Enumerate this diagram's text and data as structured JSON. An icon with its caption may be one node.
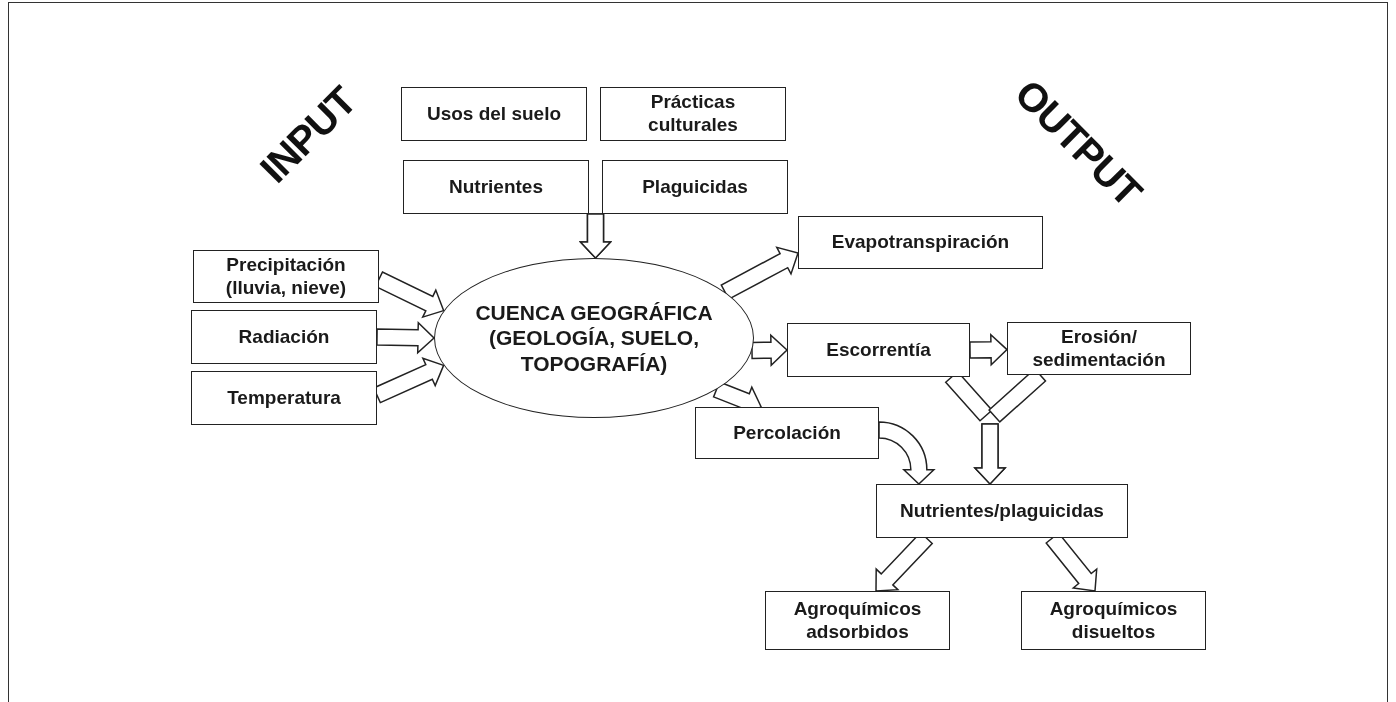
{
  "diagram": {
    "nodes": [
      {
        "text": [
          "Usos del suelo"
        ]
      },
      {
        "text": [
          "Prácticas culturales"
        ]
      },
      {
        "text": [
          "Nutrientes"
        ]
      },
      {
        "text": [
          "Plaguicidas"
        ]
      },
      {
        "text": [
          "CUENCA GEOGRÁFICA (GEOLOGÍA, SUELO, TOPOGRAFÍA)"
        ]
      },
      {
        "text": [
          "Precipitación (lluvia, nieve)"
        ]
      },
      {
        "text": [
          "Radiación"
        ]
      },
      {
        "text": [
          "Temperatura"
        ]
      },
      {
        "text": [
          "Evapotranspiración"
        ]
      },
      {
        "text": [
          "Escorrentía"
        ]
      },
      {
        "text": [
          "Erosión/ sedimentación"
        ]
      },
      {
        "text": [
          "Percolación"
        ]
      },
      {
        "text": [
          "Nutrientes/plaguicidas"
        ]
      },
      {
        "text": [
          "Agroquímicos adsorbidos"
        ]
      },
      {
        "text": [
          "Agroquímicos disueltos"
        ]
      }
    ],
    "edges": [
      {
        "from": 2,
        "to": 4,
        "arrow": "to"
      },
      {
        "from": 3,
        "to": 4,
        "arrow": "to"
      },
      {
        "from": 5,
        "to": 4,
        "arrow": "to"
      },
      {
        "from": 6,
        "to": 4,
        "arrow": "to"
      },
      {
        "from": 7,
        "to": 4,
        "arrow": "to"
      },
      {
        "from": 4,
        "to": 8,
        "arrow": "to"
      },
      {
        "from": 4,
        "to": 9,
        "arrow": "to"
      },
      {
        "from": 4,
        "to": 11,
        "arrow": "to"
      },
      {
        "from": 9,
        "to": 10,
        "arrow": "to"
      },
      {
        "from": 9,
        "to": 12,
        "arrow": "to"
      },
      {
        "from": 10,
        "to": 12,
        "arrow": "to"
      },
      {
        "from": 11,
        "to": 12,
        "arrow": "to"
      },
      {
        "from": 12,
        "to": 13,
        "arrow": "to"
      },
      {
        "from": 12,
        "to": 14,
        "arrow": "to"
      }
    ],
    "labels": [
      "INPUT",
      "OUTPUT"
    ]
  }
}
